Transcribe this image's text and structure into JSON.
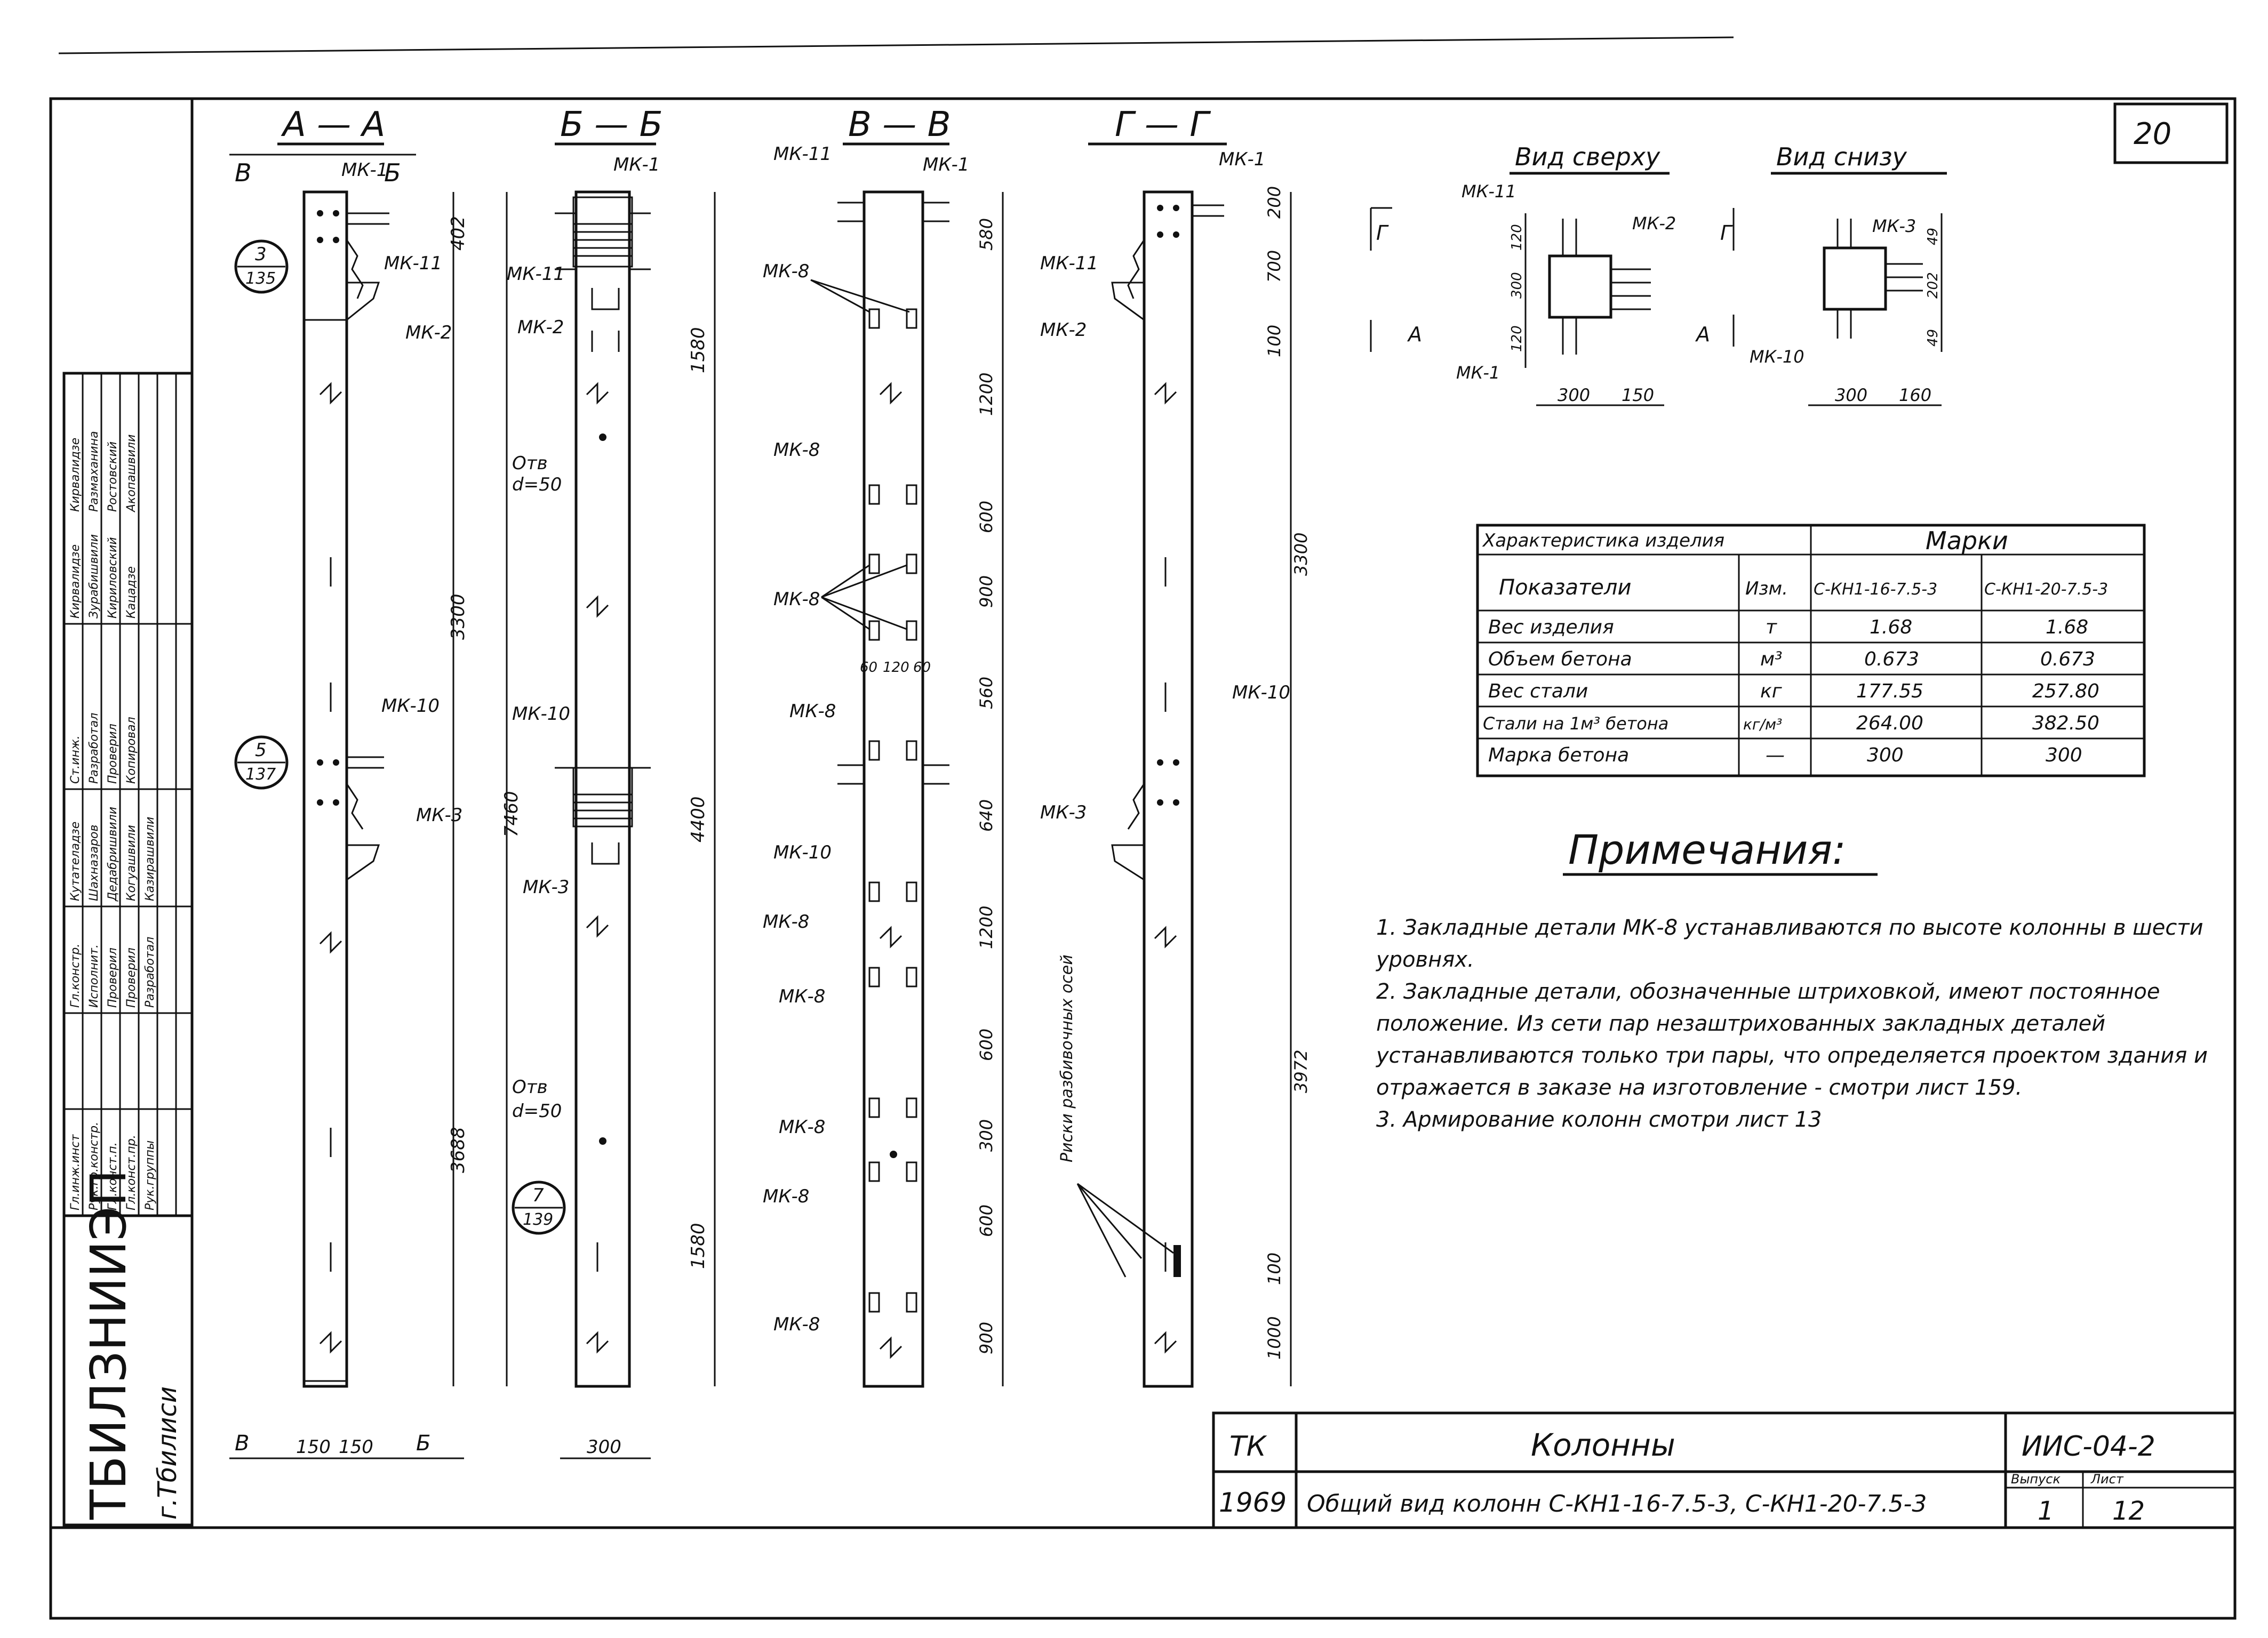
{
  "sheet": {
    "page_number": "20"
  },
  "sections": {
    "aa": {
      "title": "А — А",
      "mark_b": "В",
      "mark_bb": "Б"
    },
    "bb": {
      "title": "Б — Б"
    },
    "vv": {
      "title": "В — В"
    },
    "gg": {
      "title": "Г — Г"
    }
  },
  "labels": {
    "mk1": "МК-1",
    "mk2": "МК-2",
    "mk3": "МК-3",
    "mk8": "МК-8",
    "mk10": "МК-10",
    "mk11": "МК-11",
    "otv": "Отв",
    "d50": "d=50",
    "rsk": "Риски разбивочных осей"
  },
  "callouts": {
    "c1_top": "3",
    "c1_bot": "135",
    "c2_top": "5",
    "c2_bot": "137",
    "c3_top": "7",
    "c3_bot": "139"
  },
  "dims": {
    "aa": [
      "402",
      "3300",
      "7460",
      "3688"
    ],
    "aa_bottom": [
      "150",
      "150"
    ],
    "bb": [
      "1580",
      "4400",
      "1580"
    ],
    "bb_bottom": "300",
    "vv": [
      "580",
      "1200",
      "600",
      "900",
      "560",
      "640",
      "1200",
      "600",
      "300",
      "600",
      "900"
    ],
    "vv_mid": [
      "60",
      "120",
      "60"
    ],
    "gg": [
      "200",
      "700",
      "100",
      "3300",
      "3972",
      "100",
      "1000"
    ]
  },
  "views": {
    "top": {
      "title": "Вид сверху",
      "dims": [
        "120",
        "300",
        "120",
        "300",
        "150"
      ],
      "marks": [
        "Г",
        "Г",
        "А",
        "А"
      ]
    },
    "bottom": {
      "title": "Вид снизу",
      "dims": [
        "49",
        "202",
        "49",
        "300",
        "160"
      ]
    }
  },
  "spec_table": {
    "header_left": "Характеристика изделия",
    "header_right": "Марки",
    "columns": [
      "Показатели",
      "Изм.",
      "С-КН1-16-7.5-3",
      "С-КН1-20-7.5-3"
    ],
    "rows": [
      [
        "Вес изделия",
        "т",
        "1.68",
        "1.68"
      ],
      [
        "Объем бетона",
        "м³",
        "0.673",
        "0.673"
      ],
      [
        "Вес стали",
        "кг",
        "177.55",
        "257.80"
      ],
      [
        "Стали на 1м³ бетона",
        "кг/м³",
        "264.00",
        "382.50"
      ],
      [
        "Марка бетона",
        "—",
        "300",
        "300"
      ]
    ]
  },
  "notes": {
    "title": "Примечания:",
    "items": [
      "1. Закладные детали МК-8 устанавливаются по высоте колонны в шести уровнях.",
      "2. Закладные детали, обозначенные штриховкой, имеют постоянное положение. Из сети пар незаштрихованных закладных деталей устанавливаются только три пары, что определяется проектом здания и отражается в заказе на изготовление - смотри лист 159.",
      "3. Армирование колонн смотри лист 13"
    ]
  },
  "stamp_left": {
    "org": "ТБИЛЗНИИЭП",
    "city": "г.Тбилиси",
    "cols": [
      [
        "Гл.инж.инст",
        "Рук.гр.констр.",
        "Гл.конст.п.",
        "Гл.конст.пр.",
        "Рук.группы"
      ],
      [
        "",
        "",
        "",
        "",
        ""
      ],
      [
        "Гл.констр.",
        "Исполнит.",
        "Проверил",
        "Проверил",
        "Разработал"
      ],
      [
        "Кутателадзе",
        "Шахназаров",
        "Дедабришвили",
        "Когуашвили",
        "Казирашвили"
      ],
      [
        "Ст.инж.",
        "Разработал",
        "Проверил",
        "Копировал",
        ""
      ],
      [
        "Кирвалидзе",
        "Зурабишвили",
        "Кириловский",
        "Кацадзе",
        ""
      ],
      [
        "Кирвалидзе",
        "Размаханина",
        "Ростовский",
        "Акопашвили",
        ""
      ]
    ]
  },
  "title_block": {
    "code_left": "ТК",
    "year": "1969",
    "name": "Колонны",
    "desc": "Общий вид колонн С-КН1-16-7.5-3, С-КН1-20-7.5-3",
    "series": "ИИС-04-2",
    "issue_label": "Выпуск",
    "sheet_label": "Лист",
    "issue": "1",
    "sheet": "12"
  }
}
